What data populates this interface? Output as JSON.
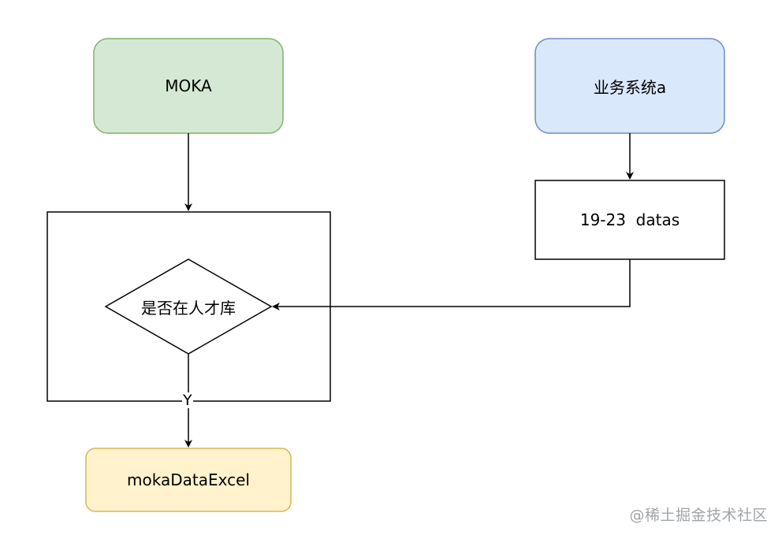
{
  "nodes": {
    "moka": {
      "label": "MOKA",
      "fill": "#d5e8d4",
      "stroke": "#82b366"
    },
    "business_system": {
      "label": "业务系统a",
      "fill": "#dae8fc",
      "stroke": "#6c8ebf"
    },
    "datas": {
      "label": "19-23  datas",
      "fill": "#ffffff",
      "stroke": "#000000"
    },
    "decision": {
      "label": "是否在人才库",
      "fill": "#ffffff",
      "stroke": "#000000"
    },
    "output": {
      "label": "mokaDataExcel",
      "fill": "#fff2cc",
      "stroke": "#d6b656"
    }
  },
  "edges": {
    "yes_label": "Y"
  },
  "watermark": "@稀土掘金技术社区"
}
